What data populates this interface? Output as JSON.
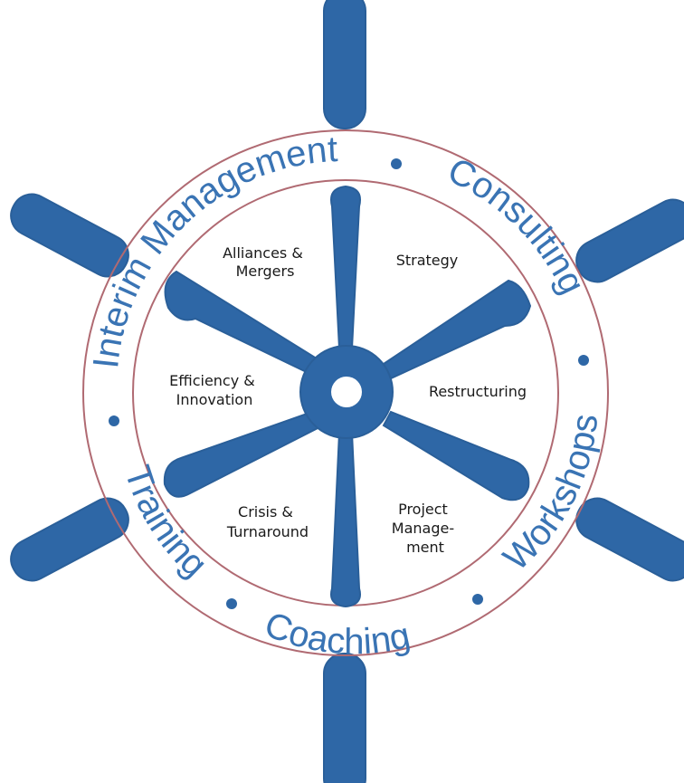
{
  "colors": {
    "spoke": "#2e67a6",
    "spoke_stroke": "#2a5f99",
    "ring_line": "#b06a72",
    "ring_text": "#3a74b4",
    "dot": "#2e67a6",
    "background": "#ffffff",
    "label_text": "#1a1a1a"
  },
  "ring_labels": {
    "interim_management": "Interim Management",
    "consulting": "Consulting",
    "workshops": "Workshops",
    "coaching": "Coaching",
    "training": "Training"
  },
  "segment_labels": {
    "alliances": [
      "Alliances &",
      "Mergers"
    ],
    "strategy": [
      "Strategy"
    ],
    "efficiency": [
      "Efficiency &",
      "Innovation"
    ],
    "restructuring": [
      "Restructuring"
    ],
    "crisis": [
      "Crisis &",
      "Turnaround"
    ],
    "project_management": [
      "Project",
      "Manage-",
      "ment"
    ]
  },
  "icons": {
    "hub": "wheel-hub-icon",
    "handle": "wheel-handle-icon",
    "spoke": "wheel-spoke-icon",
    "dot": "separator-dot-icon"
  }
}
